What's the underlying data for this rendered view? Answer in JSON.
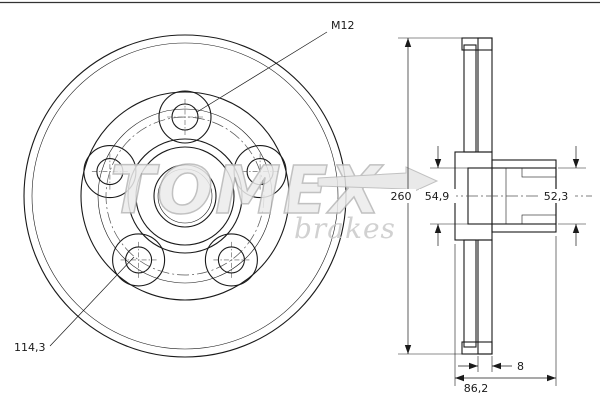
{
  "drawing": {
    "front_view": {
      "thread_label": "M12",
      "bolt_circle_diameter": "114,3"
    },
    "section_view": {
      "outer_diameter": "260",
      "bore_left": "54,9",
      "bore_right": "52,3",
      "hub_length": "86,2",
      "disc_thickness": "8"
    },
    "watermark": {
      "brand": "TOMEX",
      "subtitle": "brakes"
    }
  },
  "colors": {
    "line": "#1a1a1a",
    "hatch_front": "#cfcfcf",
    "hatch_section": "#8f8f8f",
    "watermark": "#c9c9c9",
    "background": "#ffffff"
  }
}
